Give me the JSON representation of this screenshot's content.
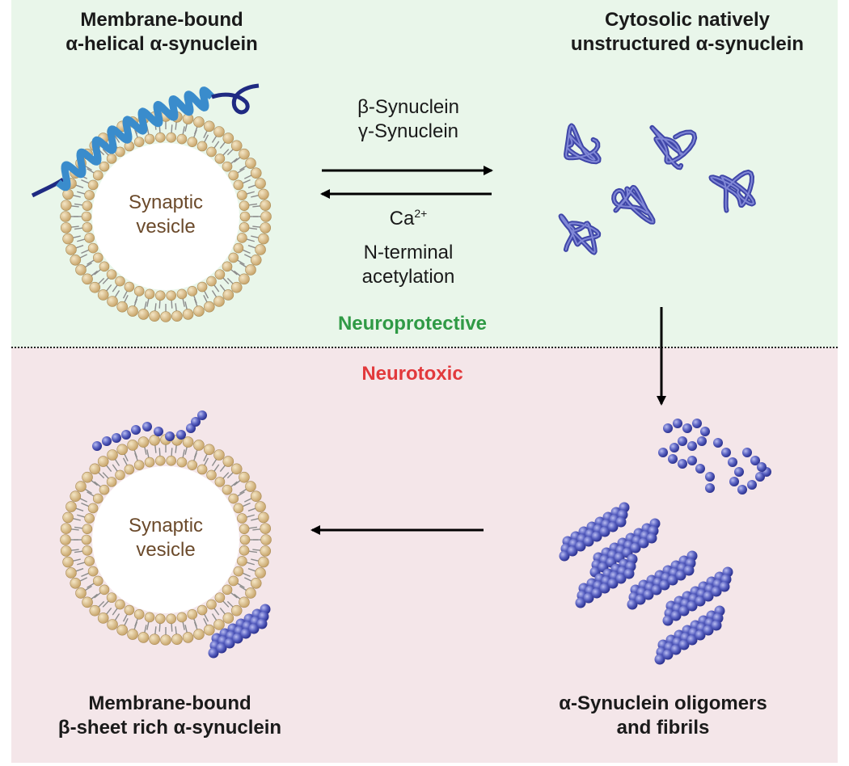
{
  "colors": {
    "top_panel_bg": "#e9f6ea",
    "bottom_panel_bg": "#f4e6e9",
    "neuroprotective": "#2f9a45",
    "neurotoxic": "#e2393c",
    "vesicle_head": "#d9bf8c",
    "vesicle_text": "#6b4a2b",
    "protein": "#3f46a8",
    "protein_light": "#6b74c8",
    "helix": "#3a8ccc"
  },
  "labels": {
    "membrane_bound_helical_line1": "Membrane-bound",
    "membrane_bound_helical_line2": "α-helical α-synuclein",
    "cytosolic_line1": "Cytosolic natively",
    "cytosolic_line2": "unstructured α-synuclein",
    "beta_synuclein": "β-Synuclein",
    "gamma_synuclein": "γ-Synuclein",
    "ca": "Ca",
    "ca_charge": "2+",
    "n_terminal_line1": "N-terminal",
    "n_terminal_line2": "acetylation",
    "neuroprotective": "Neuroprotective",
    "neurotoxic": "Neurotoxic",
    "vesicle_top_line1": "Synaptic",
    "vesicle_top_line2": "vesicle",
    "vesicle_bottom_line1": "Synaptic",
    "vesicle_bottom_line2": "vesicle",
    "membrane_bound_sheet_line1": "Membrane-bound",
    "membrane_bound_sheet_line2": "β-sheet rich α-synuclein",
    "oligomers_line1": "α-Synuclein oligomers",
    "oligomers_line2": "and fibrils"
  },
  "icons": [
    "synaptic-vesicle-icon",
    "alpha-helix-icon",
    "unstructured-protein-icon",
    "oligomer-icon",
    "fibril-icon",
    "arrow-icon"
  ]
}
